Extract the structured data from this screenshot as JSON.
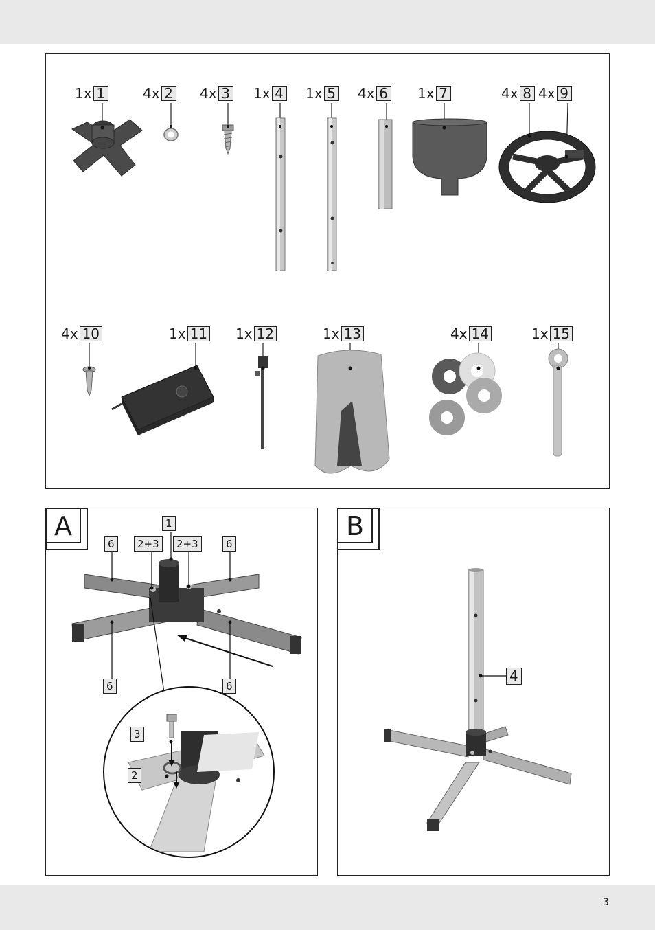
{
  "page": {
    "number": "3"
  },
  "parts_panel": {
    "row1": [
      {
        "qty": "1x",
        "num": "1"
      },
      {
        "qty": "4x",
        "num": "2"
      },
      {
        "qty": "4x",
        "num": "3"
      },
      {
        "qty": "1x",
        "num": "4"
      },
      {
        "qty": "1x",
        "num": "5"
      },
      {
        "qty": "4x",
        "num": "6"
      },
      {
        "qty": "1x",
        "num": "7"
      },
      {
        "qty": "4x",
        "num": "8"
      },
      {
        "qty": "4x",
        "num": "9"
      }
    ],
    "row2": [
      {
        "qty": "4x",
        "num": "10"
      },
      {
        "qty": "1x",
        "num": "11"
      },
      {
        "qty": "1x",
        "num": "12"
      },
      {
        "qty": "1x",
        "num": "13"
      },
      {
        "qty": "4x",
        "num": "14"
      },
      {
        "qty": "1x",
        "num": "15"
      }
    ]
  },
  "panel_a": {
    "letter": "A",
    "callouts": [
      "1",
      "6",
      "2+3",
      "2+3",
      "6",
      "6",
      "6",
      "3",
      "2"
    ]
  },
  "panel_b": {
    "letter": "B",
    "callouts": [
      "4"
    ]
  },
  "colors": {
    "band": "#e9e9ea",
    "label_fill": "#e8e8e8",
    "frame": "#222222"
  }
}
